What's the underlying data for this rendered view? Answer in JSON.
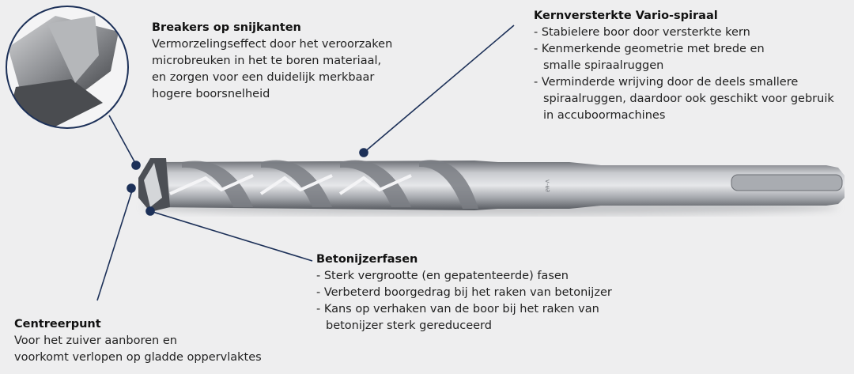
{
  "colors": {
    "accent": "#1c3058",
    "background": "#eeeeef",
    "text": "#222222"
  },
  "callouts": {
    "breakers": {
      "title": "Breakers op snijkanten",
      "lines": [
        "Vermorzelingseffect door het veroorzaken",
        "microbreuken in het te boren materiaal,",
        "en zorgen voor een duidelijk merkbaar",
        "hogere boorsnelheid"
      ]
    },
    "vario": {
      "title": "Kernversterkte Vario-spiraal",
      "items": [
        "- Stabielere boor door  versterkte kern",
        "- Kenmerkende geometrie met brede en smalle spiraalruggen",
        "- Verminderde wrijving door de deels smallere spiraalruggen, daardoor ook geschikt voor gebruik in accuboormachines"
      ]
    },
    "rebar": {
      "title": "Betonijzerfasen",
      "items": [
        "- Sterk vergrootte (en gepatenteerde) fasen",
        "- Verbeterd boorgedrag bij het raken van betonijzer",
        "- Kans op verhaken van de boor bij het raken van betonijzer sterk gereduceerd"
      ]
    },
    "center": {
      "title": "Centreerpunt",
      "lines": [
        "Voor het zuiver aanboren en",
        "voorkomt verlopen op gladde oppervlaktes"
      ]
    }
  }
}
